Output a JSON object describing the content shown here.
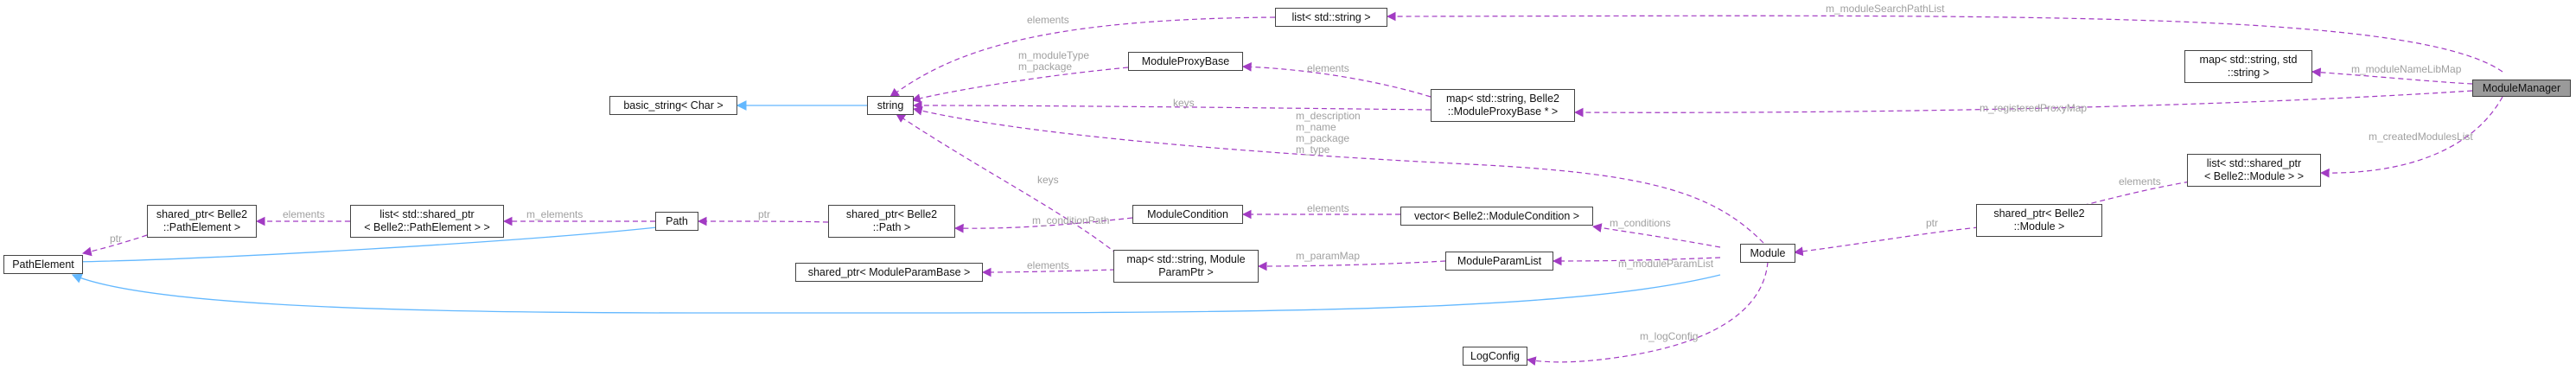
{
  "colors": {
    "usage_edge": "#a23bc3",
    "inheritance_edge": "#63b8ff",
    "edge_label": "#a0a0a0",
    "node_border": "#444444",
    "focus_fill": "#9a9a9a"
  },
  "nodes": {
    "module_manager": "ModuleManager",
    "list_string": "list< std::string >",
    "map_string_string": "map< std::string, std\n::string >",
    "list_shared_module": "list< std::shared_ptr\n< Belle2::Module > >",
    "string": "string",
    "basic_string": "basic_string< Char >",
    "module_proxy_base": "ModuleProxyBase",
    "map_proxy": "map< std::string, Belle2\n::ModuleProxyBase * >",
    "shared_module": "shared_ptr< Belle2\n::Module >",
    "module": "Module",
    "vector_condition": "vector< Belle2::ModuleCondition >",
    "module_condition": "ModuleCondition",
    "module_param_list": "ModuleParamList",
    "map_param": "map< std::string, Module\nParamPtr >",
    "shared_param_base": "shared_ptr< ModuleParamBase >",
    "shared_path": "shared_ptr< Belle2\n::Path >",
    "path": "Path",
    "list_shared_path_element": "list< std::shared_ptr\n< Belle2::PathElement > >",
    "shared_path_element": "shared_ptr< Belle2\n::PathElement >",
    "path_element": "PathElement",
    "log_config": "LogConfig"
  },
  "edge_labels": {
    "m_moduleSearchPathList": "m_moduleSearchPathList",
    "m_moduleNameLibMap": "m_moduleNameLibMap",
    "m_registeredProxyMap": "m_registeredProxyMap",
    "m_createdModulesList": "m_createdModulesList",
    "elements_list_string": "elements",
    "module_type_package": "m_moduleType\nm_package",
    "elements_proxy": "elements",
    "keys_proxy": "keys",
    "module_string_members": "m_description\nm_name\nm_package\nm_type",
    "elements_modules": "elements",
    "ptr_module": "ptr",
    "elements_conditions": "elements",
    "m_conditions": "m_conditions",
    "m_conditionPath": "m_conditionPath",
    "m_paramMap": "m_paramMap",
    "m_moduleParamList": "m_moduleParamList",
    "elements_param": "elements",
    "keys_param": "keys",
    "ptr_path": "ptr",
    "m_elements": "m_elements",
    "elements_path_elements": "elements",
    "ptr_path_element": "ptr",
    "m_logConfig": "m_logConfig"
  }
}
